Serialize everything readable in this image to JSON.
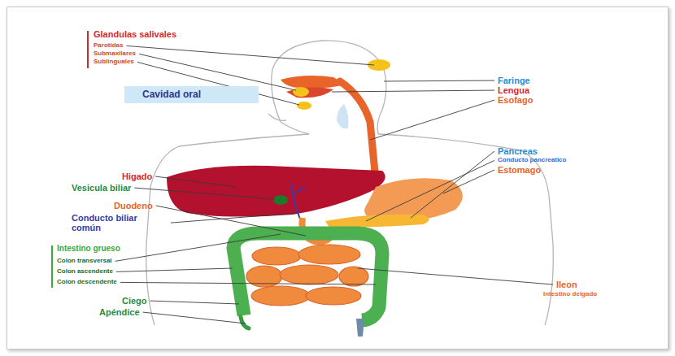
{
  "diagram": {
    "nodes": [
      {
        "text": [
          "Cavidad oral"
        ]
      }
    ],
    "labels": [
      "Glandulas salivales",
      "Parotidas",
      "Submaxilares",
      "Sublinguales",
      "Faringe",
      "Lengua",
      "Esofago",
      "Pancreas",
      "Conducto pancreatico",
      "Estomago",
      "Higado",
      "Vesicula biliar",
      "Duodeno",
      "Conducto biliar común",
      "Intestino grueso",
      "Colon transversal",
      "Colon ascendente",
      "Colon descendente",
      "Ileon",
      "Intestino delgado",
      "Ciego",
      "Apéndice"
    ]
  }
}
